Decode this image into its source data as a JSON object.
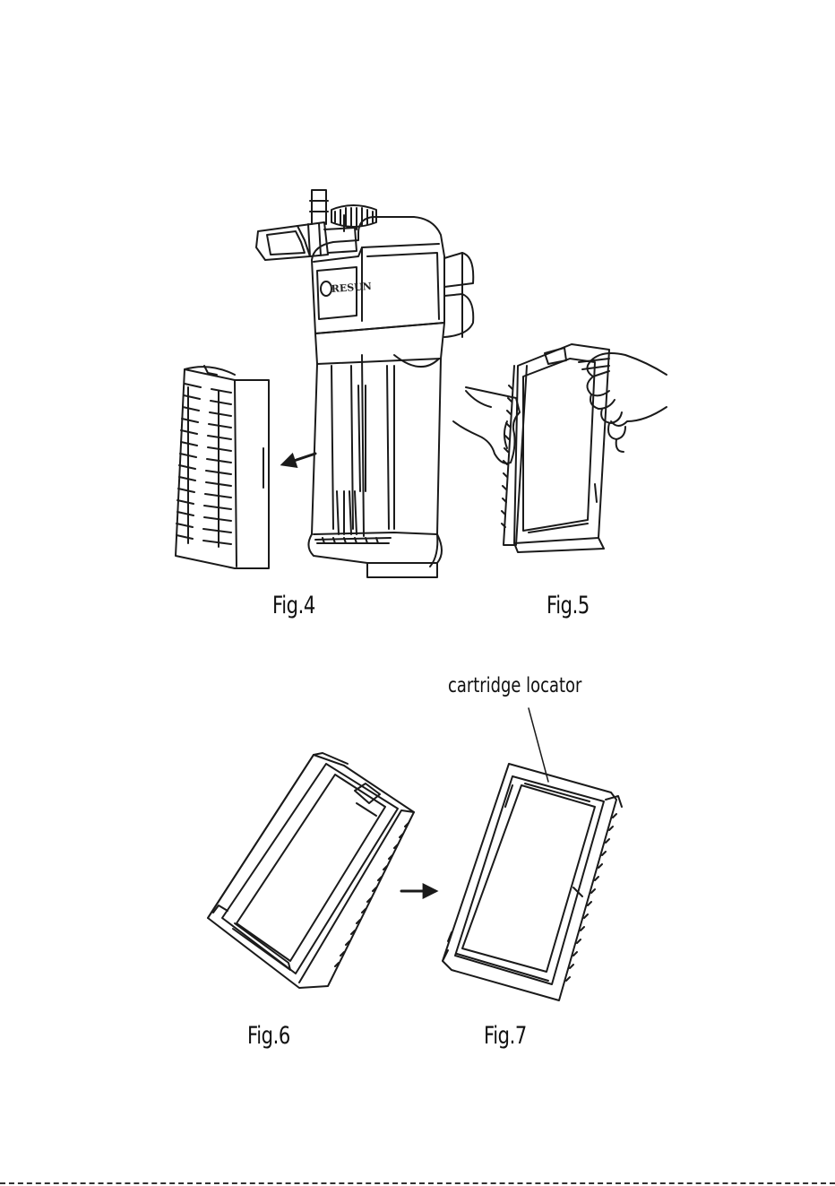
{
  "figures": {
    "fig4": {
      "caption": "Fig.4",
      "brand": "RESUN"
    },
    "fig5": {
      "caption": "Fig.5"
    },
    "fig6": {
      "caption": "Fig.6"
    },
    "fig7": {
      "caption": "Fig.7",
      "callout": "cartridge locator"
    }
  },
  "icons": {
    "removal_arrow": "arrow-left-icon",
    "step_arrow": "arrow-right-icon"
  },
  "colors": {
    "line": "#1a1a1a",
    "background": "#ffffff"
  }
}
